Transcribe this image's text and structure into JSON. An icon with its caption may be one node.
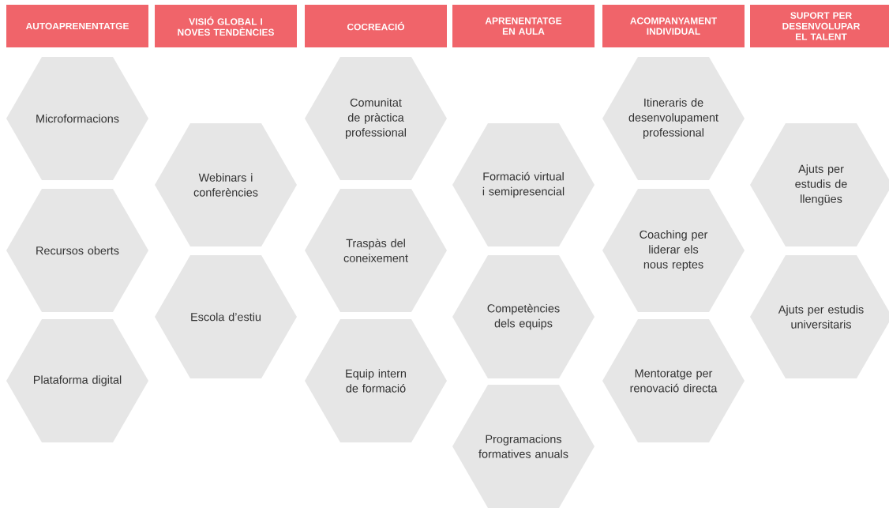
{
  "diagram": {
    "nodes": [
      {
        "text": [
          "AUTOAPRENENTATGE"
        ]
      },
      {
        "text": [
          "VISIÓ GLOBAL I NOVES TENDÈNCIES"
        ]
      },
      {
        "text": [
          "COCREACIÓ"
        ]
      },
      {
        "text": [
          "APRENENTATGE EN AULA"
        ]
      },
      {
        "text": [
          "ACOMPANYAMENT INDIVIDUAL"
        ]
      },
      {
        "text": [
          "SUPORT PER DESENVOLUPAR EL TALENT"
        ]
      },
      {
        "text": [
          "Microformacions"
        ]
      },
      {
        "text": [
          "Recursos oberts"
        ]
      },
      {
        "text": [
          "Plataforma digital"
        ]
      },
      {
        "text": [
          "Webinars i conferències"
        ]
      },
      {
        "text": [
          "Escola d’estiu"
        ]
      },
      {
        "text": [
          "Comunitat de pràctica professional"
        ]
      },
      {
        "text": [
          "Traspàs del coneixement"
        ]
      },
      {
        "text": [
          "Equip intern de formació"
        ]
      },
      {
        "text": [
          "Formació virtual i semipresencial"
        ]
      },
      {
        "text": [
          "Competències dels equips"
        ]
      },
      {
        "text": [
          "Programacions formatives anuals"
        ]
      },
      {
        "text": [
          "Itineraris de desenvolupament professional"
        ]
      },
      {
        "text": [
          "Coaching per liderar els nous reptes"
        ]
      },
      {
        "text": [
          "Mentoratge per renovació directa"
        ]
      },
      {
        "text": [
          "Ajuts per estudis de llengües"
        ]
      },
      {
        "text": [
          "Ajuts per estudis universitaris"
        ]
      }
    ]
  }
}
